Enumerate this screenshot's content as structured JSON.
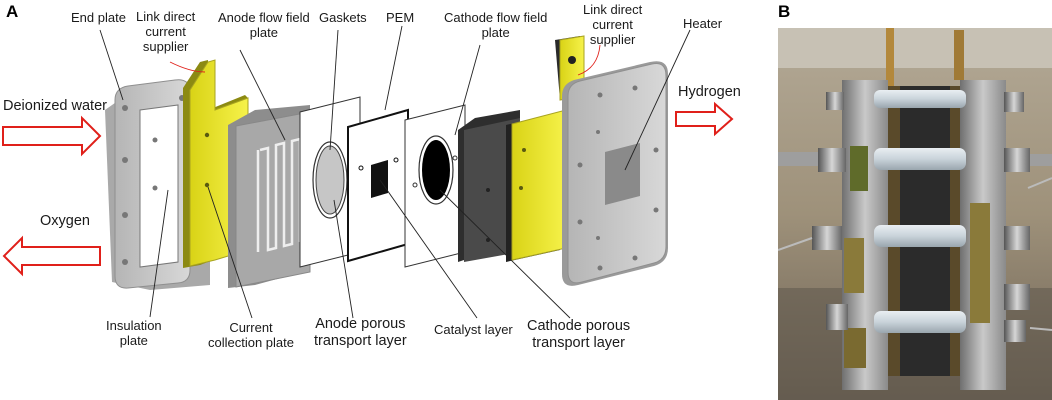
{
  "panels": {
    "a": "A",
    "b": "B"
  },
  "labels": {
    "end_plate": "End plate",
    "link_dc_left_1": "Link direct",
    "link_dc_left_2": "current",
    "link_dc_left_3": "supplier",
    "anode_ff_1": "Anode flow field",
    "anode_ff_2": "plate",
    "gaskets": "Gaskets",
    "pem": "PEM",
    "cathode_ff_1": "Cathode flow field",
    "cathode_ff_2": "plate",
    "link_dc_right_1": "Link direct",
    "link_dc_right_2": "current",
    "link_dc_right_3": "supplier",
    "heater": "Heater",
    "deionized_water": "Deionized water",
    "hydrogen": "Hydrogen",
    "oxygen": "Oxygen",
    "insulation_1": "Insulation",
    "insulation_2": "plate",
    "current_coll_1": "Current",
    "current_coll_2": "collection plate",
    "anode_ptl_1": "Anode porous",
    "anode_ptl_2": "transport layer",
    "catalyst": "Catalyst layer",
    "cathode_ptl_1": "Cathode porous",
    "cathode_ptl_2": "transport layer"
  },
  "colors": {
    "arrow": "#e0201a",
    "yellow_plate": "#f2ee1e",
    "grey_plate": "#c9c9c9",
    "dark_plate": "#4a4a4a",
    "photo_bg": "#9a8e78"
  }
}
